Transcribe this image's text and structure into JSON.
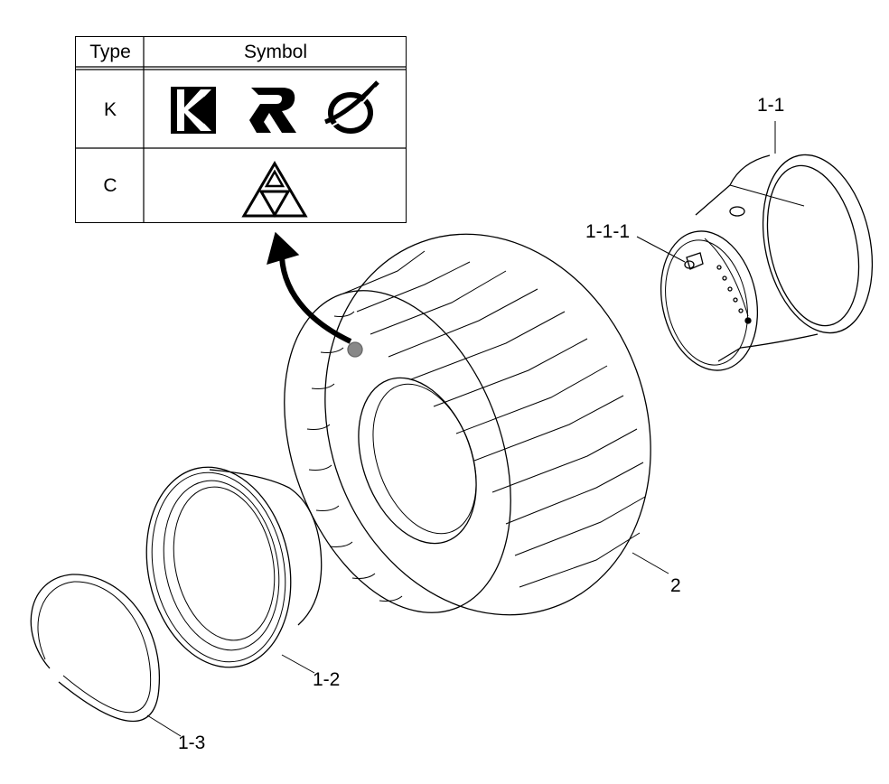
{
  "symbol_table": {
    "header_type": "Type",
    "header_symbol": "Symbol",
    "rows": [
      {
        "type": "K",
        "symbols": [
          "k-brand-logo-icon",
          "swirl-r-logo-icon",
          "orbit-logo-icon"
        ]
      },
      {
        "type": "C",
        "symbols": [
          "triforce-triangle-icon"
        ]
      }
    ]
  },
  "callouts": {
    "rim": "1-1",
    "valve": "1-1-1",
    "flange": "1-2",
    "lock_ring": "1-3",
    "tire": "2"
  },
  "colors": {
    "line": "#000000",
    "background": "#ffffff",
    "highlight_dot": "#888888"
  }
}
